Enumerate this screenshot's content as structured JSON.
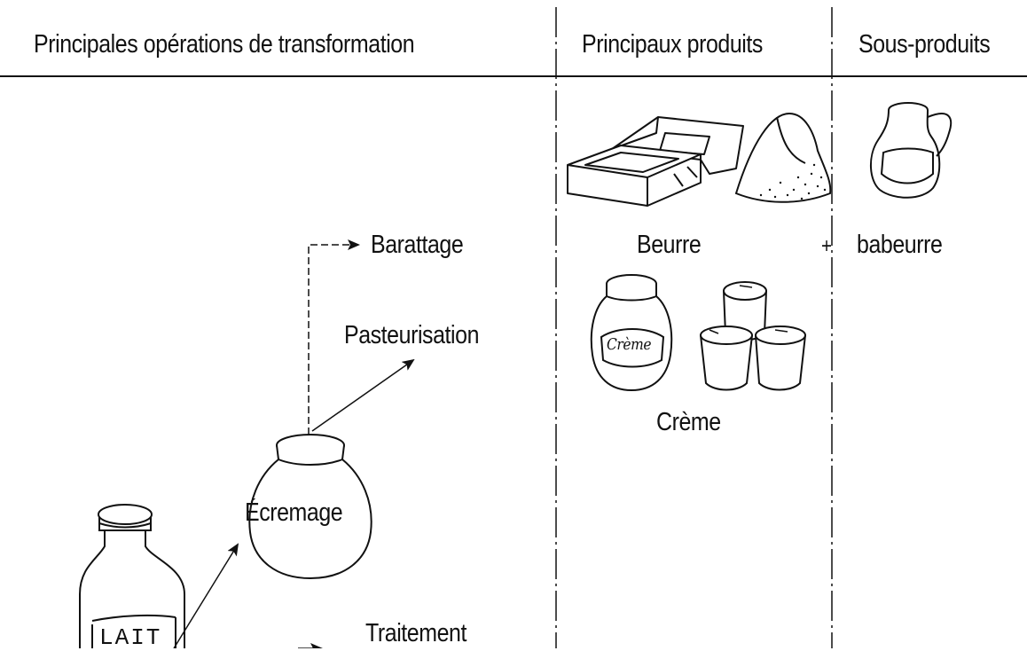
{
  "headers": {
    "operations": "Principales opérations de transformation",
    "products": "Principaux produits",
    "byproducts": "Sous-produits"
  },
  "operations": {
    "barattage": "Barattage",
    "pasteurisation": "Pasteurisation",
    "ecremage": "Écremage",
    "traitement": "Traitement"
  },
  "products": {
    "beurre": "Beurre",
    "creme": "Crème",
    "plus": "+"
  },
  "byproducts": {
    "babeurre": "babeurre"
  },
  "illustration_labels": {
    "bottle": "LAIT",
    "jar": "Crème"
  }
}
